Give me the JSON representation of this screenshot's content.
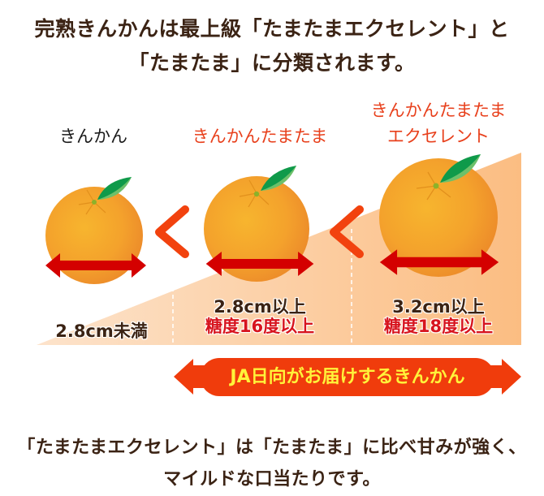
{
  "headline": {
    "line1": "完熟きんかんは最上級「たまたまエクセレント」と",
    "line2": "「たまたま」に分類されます。"
  },
  "grades": [
    {
      "name_lines": [
        "きんかん"
      ],
      "size": "2.8cm未満",
      "brix": "",
      "name_color": "#1a1a1a"
    },
    {
      "name_lines": [
        "きんかんたまたま"
      ],
      "size": "2.8cm以上",
      "brix": "糖度16度以上",
      "name_color": "#e8401c"
    },
    {
      "name_lines": [
        "きんかんたまたま",
        "エクセレント"
      ],
      "size": "3.2cm以上",
      "brix": "糖度18度以上",
      "name_color": "#e8401c"
    }
  ],
  "comparators": [
    "<",
    "<"
  ],
  "banner": {
    "text": "JA日向がお届けするきんかん",
    "bg_color": "#f03c0c",
    "text_color": "#fff33a"
  },
  "footer": {
    "line1": "「たまたまエクセレント」は「たまたま」に比べ甘みが強く、",
    "line2": "マイルドな口当たりです。"
  },
  "colors": {
    "text_dark": "#3b2314",
    "accent_red": "#d7141e",
    "comparator": "#f2420e",
    "arrow_red": "#d40000",
    "triangle_fill": "#fbc896",
    "leaf_dark": "#0f9a4a",
    "leaf_light": "#6cc06a"
  }
}
